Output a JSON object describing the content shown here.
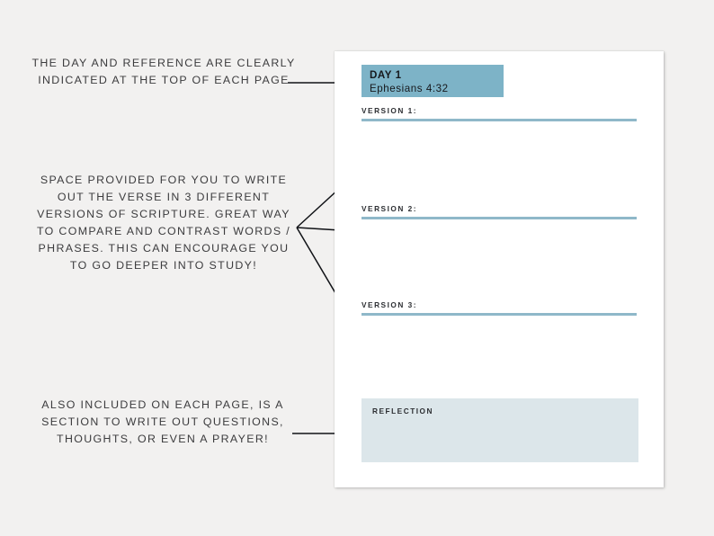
{
  "background_color": "#f2f1f0",
  "annotations": [
    {
      "id": "day-reference-annotation",
      "text": "THE DAY AND REFERENCE ARE CLEARLY INDICATED AT THE TOP OF EACH PAGE"
    },
    {
      "id": "versions-annotation",
      "text": "SPACE PROVIDED FOR YOU TO WRITE OUT THE VERSE IN 3 DIFFERENT VERSIONS OF SCRIPTURE. GREAT WAY TO COMPARE AND CONTRAST WORDS / PHRASES. THIS CAN ENCOURAGE YOU TO GO DEEPER INTO STUDY!"
    },
    {
      "id": "reflection-annotation",
      "text": "ALSO INCLUDED ON EACH PAGE, IS A SECTION TO WRITE OUT QUESTIONS, THOUGHTS, OR EVEN A PRAYER!"
    }
  ],
  "page": {
    "header": {
      "day": "DAY 1",
      "reference": "Ephesians 4:32",
      "background_color": "#7db3c7"
    },
    "versions": [
      {
        "label": "VERSION 1:"
      },
      {
        "label": "VERSION 2:"
      },
      {
        "label": "VERSION 3:"
      }
    ],
    "rule_color": "#8fb8c9",
    "reflection": {
      "label": "REFLECTION",
      "background_color": "#dce6ea"
    }
  }
}
